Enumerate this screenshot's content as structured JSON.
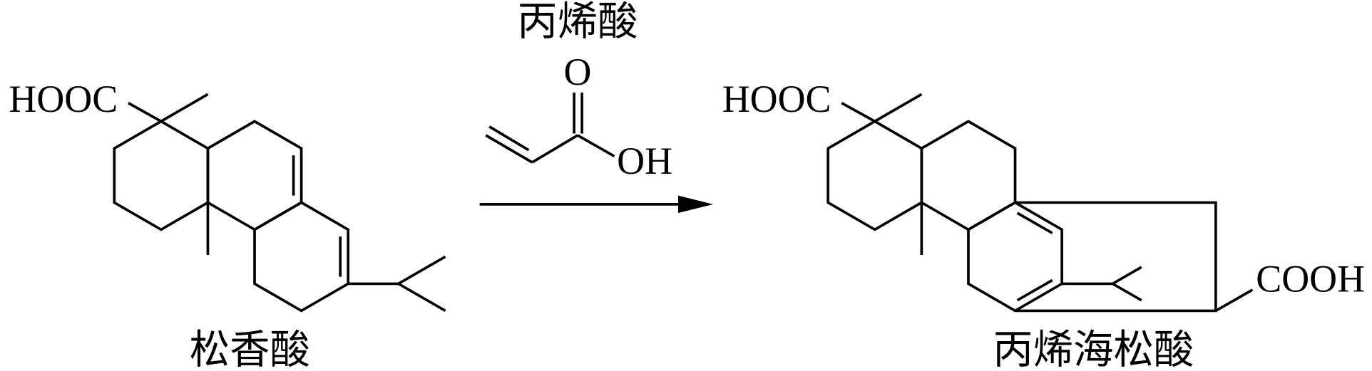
{
  "reagent": {
    "name": "丙烯酸",
    "carbonyl_o": "O",
    "hydroxyl": "OH"
  },
  "reactant": {
    "name": "松香酸",
    "acid_group": "HOOC"
  },
  "product": {
    "name": "丙烯海松酸",
    "acid_group_left": "HOOC",
    "acid_group_right": "COOH"
  }
}
